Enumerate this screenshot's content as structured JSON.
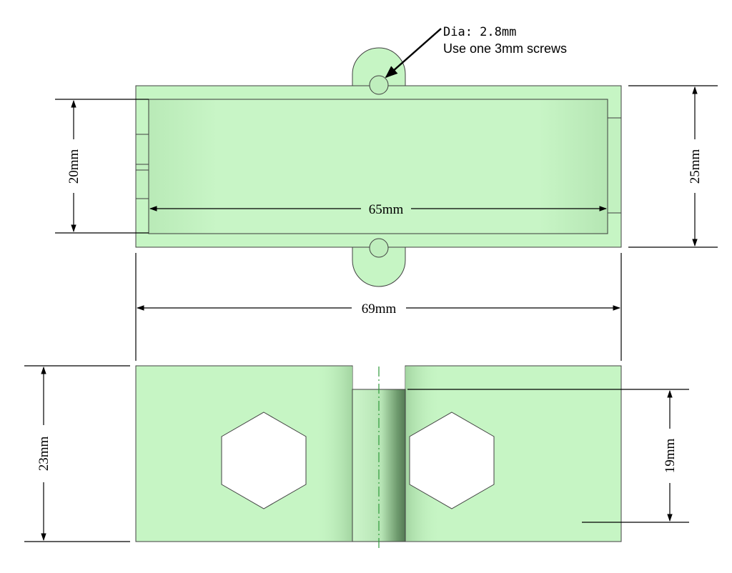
{
  "dimensions": {
    "inner_width": "65mm",
    "total_width": "69mm",
    "inner_height": "20mm",
    "outer_height": "25mm",
    "side_height": "23mm",
    "slot_height": "19mm"
  },
  "note": {
    "line1": "Dia: 2.8mm",
    "line2": "Use one 3mm screws"
  },
  "colors": {
    "part_fill": "#c6f5c4",
    "outline": "#404040",
    "centerline": "#2e9a3a"
  }
}
